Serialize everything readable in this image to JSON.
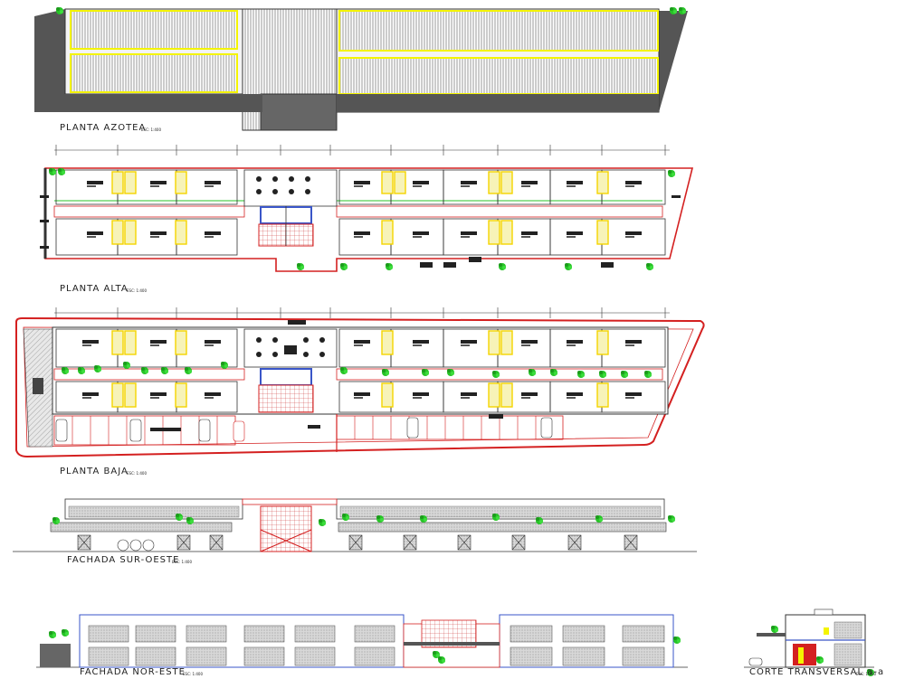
{
  "drawing": {
    "views": {
      "roof_plan": {
        "title": "PLANTA AZOTEA",
        "scale": "ESC: 1:400"
      },
      "upper_floor": {
        "title": "PLANTA ALTA",
        "scale": "ESC: 1:400"
      },
      "ground_floor": {
        "title": "PLANTA BAJA",
        "scale": "ESC: 1:400"
      },
      "southwest_facade": {
        "title": "FACHADA SUR-OESTE",
        "scale": "ESC: 1:400"
      },
      "northeast_facade": {
        "title": "FACHADA NOR-ESTE",
        "scale": "ESC: 1:400"
      },
      "cross_section": {
        "title": "CORTE TRANSVERSAL  a-a",
        "scale": "ESC: 1:400"
      }
    },
    "colors": {
      "line": "#1a1a1a",
      "wall_red": "#d42020",
      "highlight_yellow": "#f4f400",
      "furniture_yellow": "#e8e27a",
      "tree_green": "#27c427",
      "glass_blue": "#3a56c8",
      "hatch_gray": "#8a8a8a",
      "dark_fill": "#444444"
    }
  }
}
